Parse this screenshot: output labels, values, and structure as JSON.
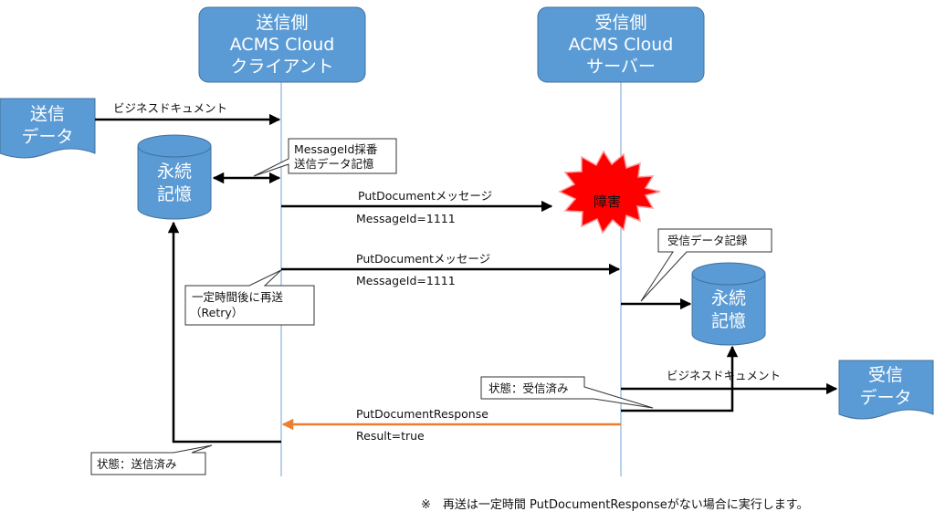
{
  "participants": {
    "sender": {
      "line1": "送信側",
      "line2": "ACMS Cloud",
      "line3": "クライアント"
    },
    "receiver": {
      "line1": "受信側",
      "line2": "ACMS Cloud",
      "line3": "サーバー"
    }
  },
  "documents": {
    "send": {
      "line1": "送信",
      "line2": "データ"
    },
    "receive": {
      "line1": "受信",
      "line2": "データ"
    }
  },
  "storage": {
    "sender": {
      "line1": "永続",
      "line2": "記憶"
    },
    "receiver": {
      "line1": "永続",
      "line2": "記憶"
    }
  },
  "messages": {
    "business_doc_in": "ビジネスドキュメント",
    "put_document_1": "PutDocumentメッセージ",
    "message_id_1": "MessageId=1111",
    "put_document_2": "PutDocumentメッセージ",
    "message_id_2": "MessageId=1111",
    "business_doc_out": "ビジネスドキュメント",
    "response": "PutDocumentResponse",
    "result": "Result=true"
  },
  "callouts": {
    "message_id": {
      "line1": "MessageId採番",
      "line2": "送信データ記憶"
    },
    "retry": {
      "line1": "一定時間後に再送",
      "line2": "（Retry）"
    },
    "received_record": "受信データ記録",
    "received_state": "状態：受信済み",
    "sent_state": "状態：送信済み"
  },
  "failure": "障害",
  "footnote": "※　再送は一定時間 PutDocumentResponseがない場合に実行します。",
  "colors": {
    "box_fill": "#5b9bd5",
    "box_stroke": "#41719c",
    "lifeline": "#9dc3e6",
    "arrow": "#000000",
    "response_arrow": "#ed7d31",
    "failure_fill": "#ff0000",
    "failure_stroke": "#ff9999"
  }
}
